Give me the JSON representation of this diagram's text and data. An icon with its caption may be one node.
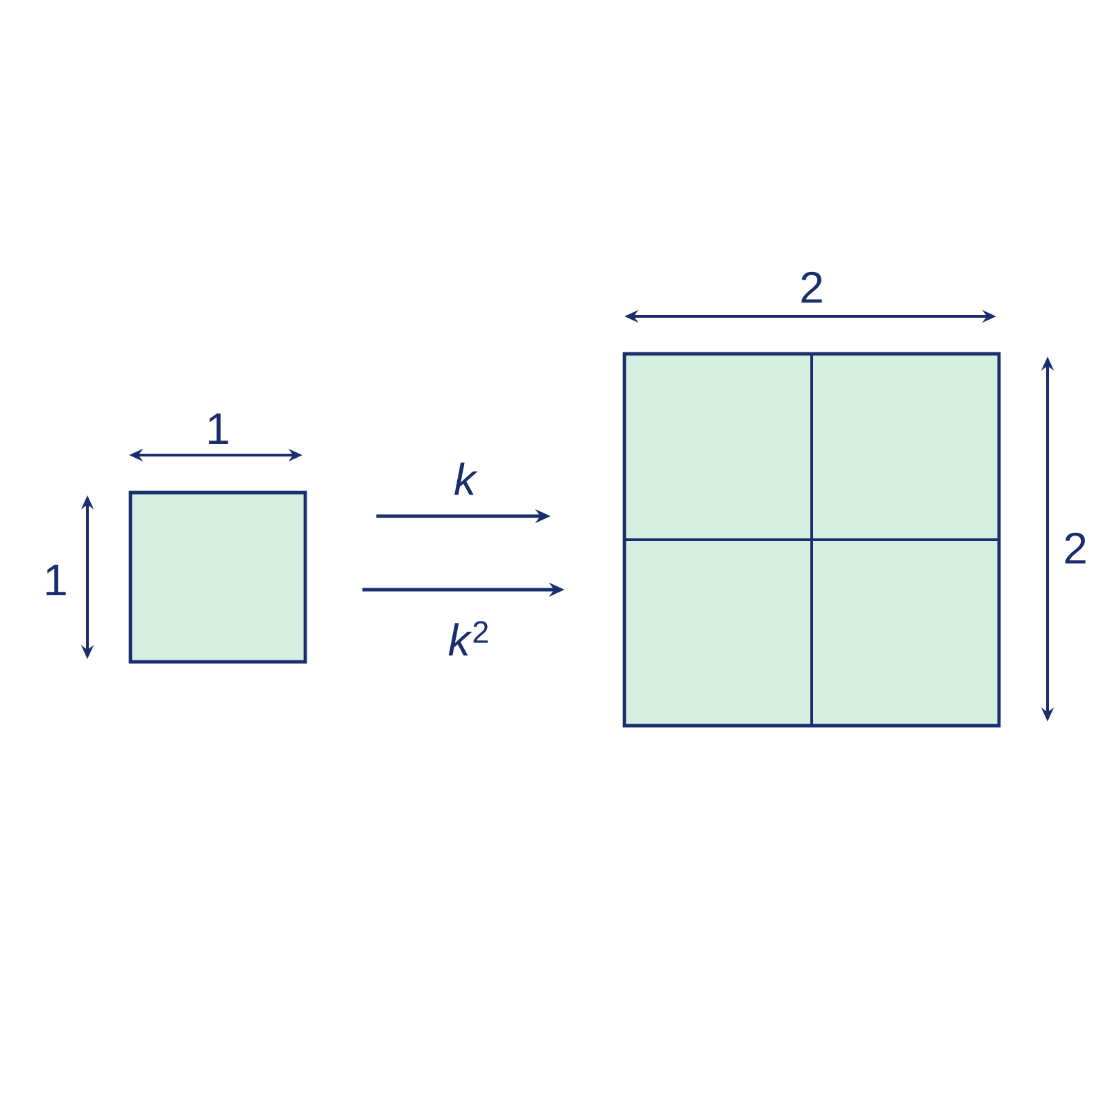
{
  "diagram": {
    "nodes": [
      {
        "text": [],
        "shape": "box"
      },
      {
        "text": [],
        "shape": "box"
      }
    ],
    "edges": [
      {
        "from": 0,
        "to": 1,
        "arrow": "to",
        "label": "k"
      },
      {
        "from": 0,
        "to": 1,
        "arrow": "to",
        "label": "*k*$^{2}$"
      }
    ],
    "labels": [
      "2",
      "1",
      "1",
      "2"
    ]
  }
}
